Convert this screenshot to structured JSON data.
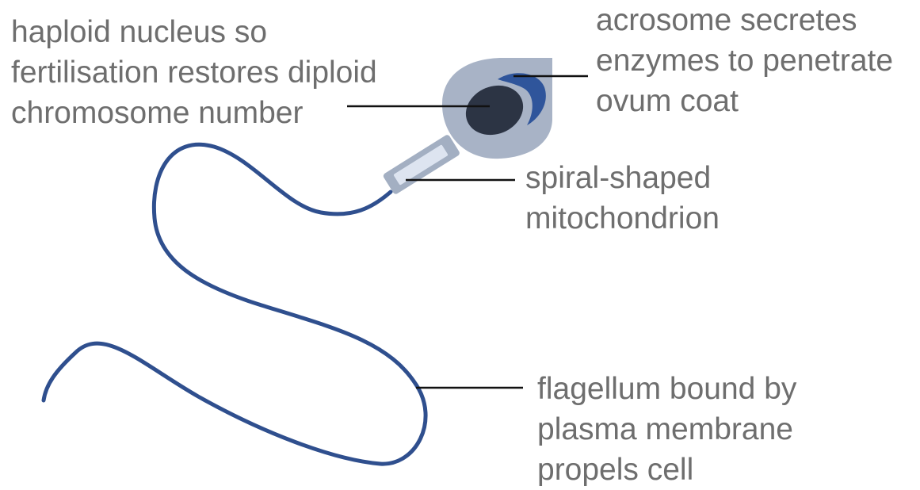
{
  "labels": {
    "nucleus": {
      "lines": [
        "haploid nucleus so",
        "fertilisation restores diploid",
        "chromosome number"
      ]
    },
    "acrosome": {
      "lines": [
        "acrosome secretes",
        "enzymes to penetrate",
        "ovum coat"
      ]
    },
    "mitochondrion": {
      "lines": [
        "spiral-shaped",
        "mitochondrion"
      ]
    },
    "flagellum": {
      "lines": [
        "flagellum bound by",
        "plasma membrane",
        "propels cell"
      ]
    }
  },
  "colors": {
    "head": "#a8b3c6",
    "nucleus": "#2c3444",
    "acrosome": "#2f559b",
    "flagellum": "#2f4f8e",
    "midpiece_outer": "#a3afc2",
    "midpiece_inner": "#dde4f0",
    "leader_line": "#111111",
    "label_text": "#6e6e6e"
  }
}
